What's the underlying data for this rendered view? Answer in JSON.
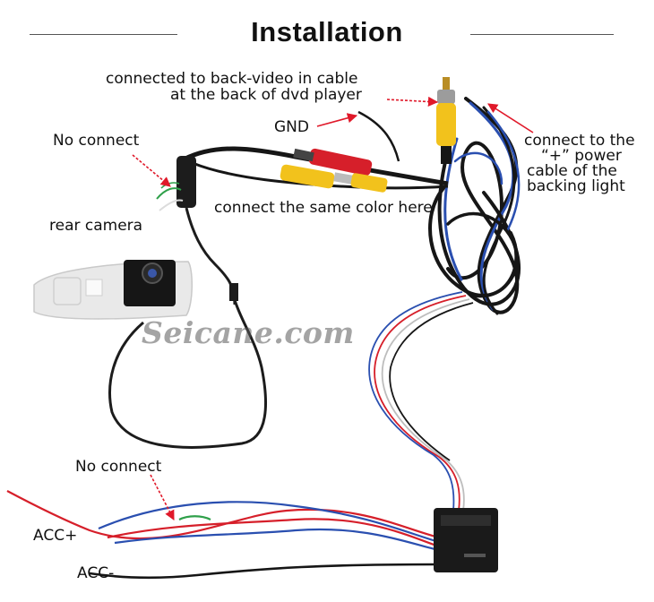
{
  "title": "Installation",
  "labels": {
    "back_video_line1": "connected to back-video in cable",
    "back_video_line2": "at the back of dvd player",
    "gnd": "GND",
    "no_connect_top": "No connect",
    "rear_camera": "rear camera",
    "same_color": "connect the same color here",
    "power_line1": "connect to the",
    "power_line2": "“+” power",
    "power_line3": "cable of the",
    "power_line4": "backing light",
    "no_connect_bottom": "No connect",
    "acc_plus": "ACC+",
    "acc_minus": "ACC-"
  },
  "watermark": "Seicane.com",
  "colors": {
    "arrow": "#e0192a",
    "cable_black": "#161616",
    "cable_blue": "#2a4fb0",
    "rca_yellow": "#f2c21c",
    "rca_red": "#d61f2a"
  }
}
